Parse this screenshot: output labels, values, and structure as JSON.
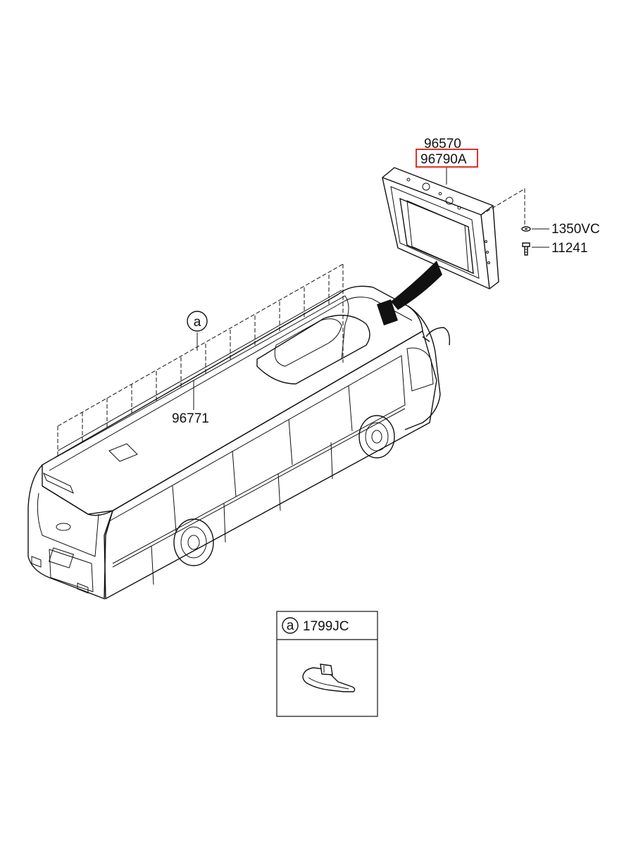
{
  "parts": {
    "monitor": "96570",
    "monitor_highlighted": "96790A",
    "washer": "1350VC",
    "bolt": "11241",
    "harness": "96771",
    "clip": "1799JC"
  },
  "callout": {
    "letter": "a"
  },
  "colors": {
    "highlight": "#e0302a",
    "line": "#111111"
  }
}
